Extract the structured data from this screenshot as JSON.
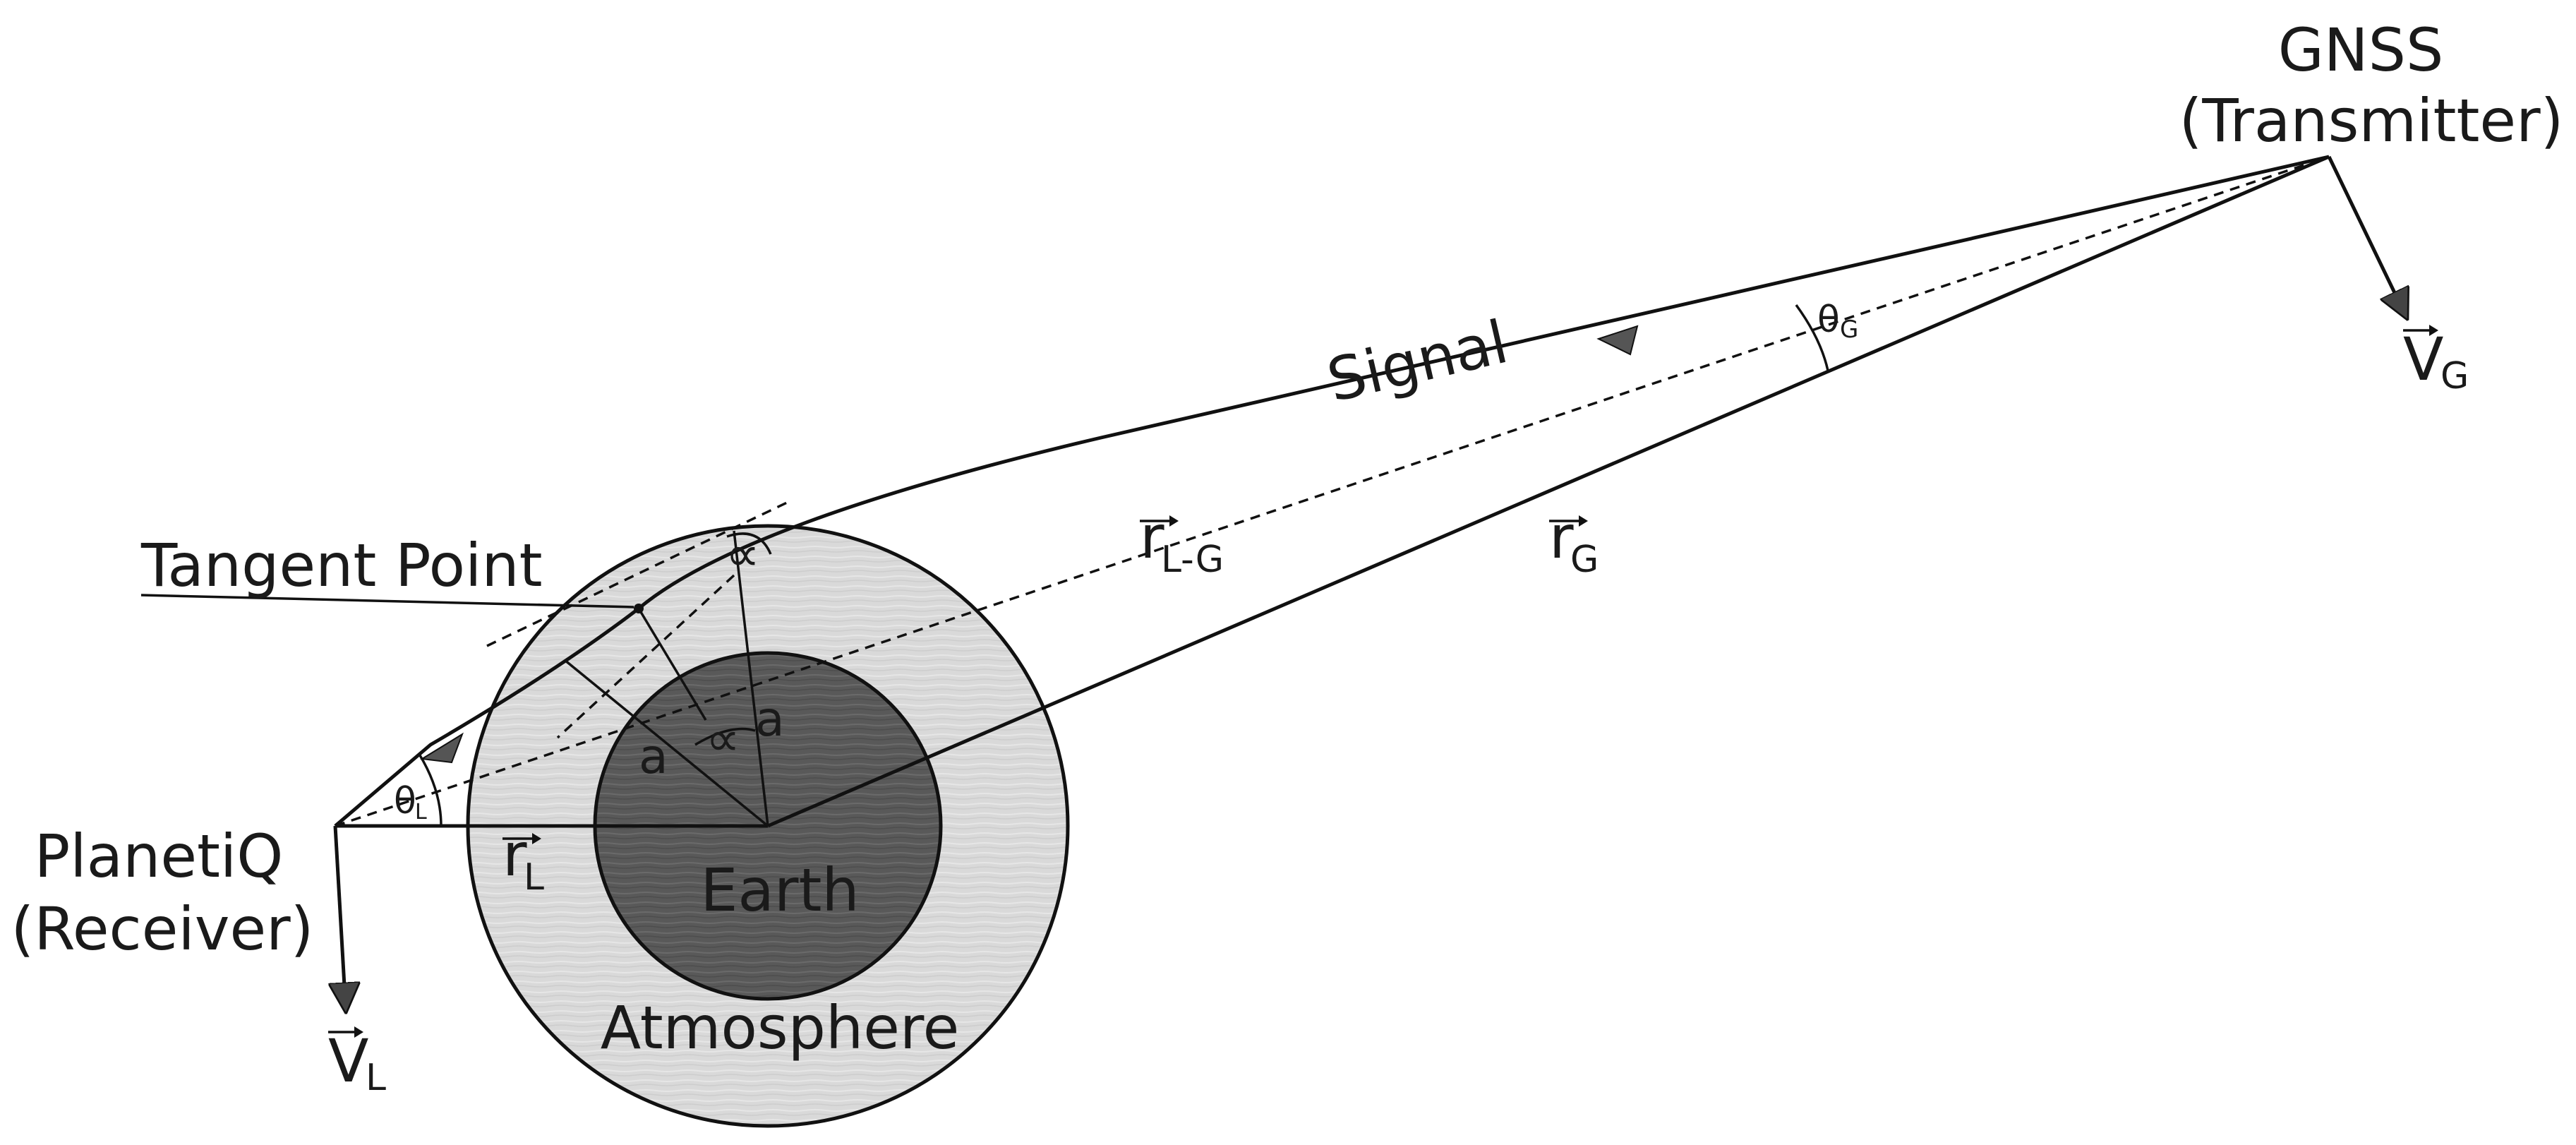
{
  "labels": {
    "gnss_name": "GNSS",
    "gnss_role": "(Transmitter)",
    "receiver_name": "PlanetiQ",
    "receiver_role": "(Receiver)",
    "signal": "Signal",
    "tangent_point": "Tangent Point",
    "earth": "Earth",
    "atmosphere": "Atmosphere"
  },
  "vectors": {
    "v_g": {
      "letter": "V",
      "sub": "G"
    },
    "v_l": {
      "letter": "V",
      "sub": "L"
    },
    "r_g": {
      "letter": "r",
      "sub": "G"
    },
    "r_l": {
      "letter": "r",
      "sub": "L"
    },
    "r_lg": {
      "letter": "r",
      "sub": "L-G"
    }
  },
  "angles": {
    "theta_g": {
      "symbol": "θ",
      "sub": "G"
    },
    "theta_l": {
      "symbol": "θ",
      "sub": "L"
    },
    "alpha": "∝",
    "radius": "a"
  },
  "colors": {
    "earth": "#595959",
    "atmosphere": "#d9d9d9",
    "lines": "#111111"
  }
}
